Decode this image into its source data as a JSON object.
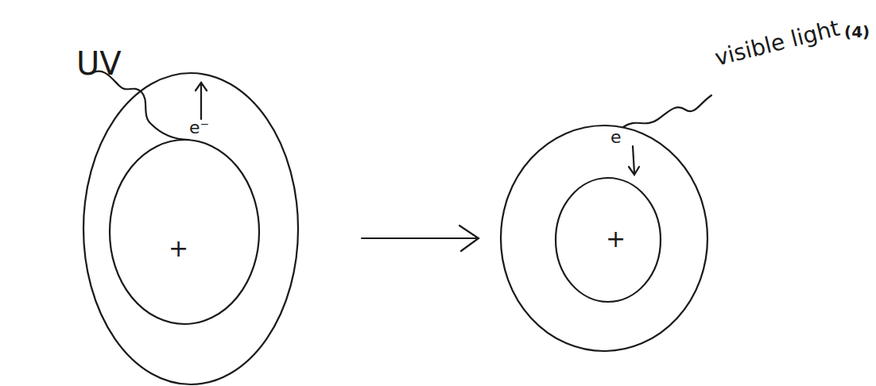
{
  "diagram": {
    "labels": [
      "(4)",
      "UV",
      "e⁻",
      "+",
      "visible light",
      "e",
      "+"
    ]
  }
}
